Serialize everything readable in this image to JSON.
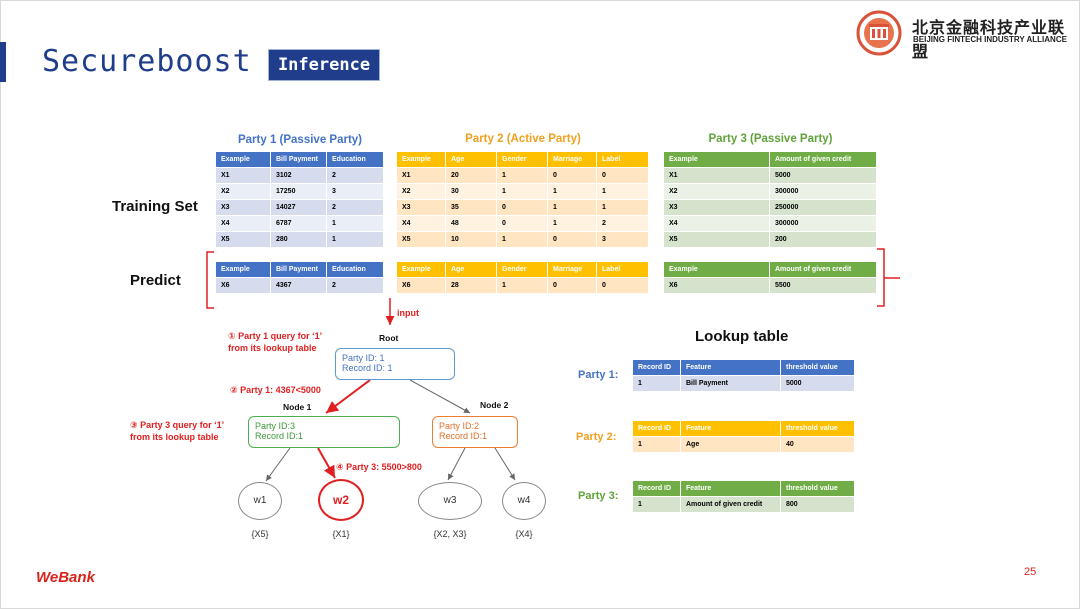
{
  "header": {
    "title": "Secureboost",
    "badge": "Inference",
    "logo_cn": "北京金融科技产业联盟",
    "logo_en": "BEIJING FINTECH INDUSTRY ALLIANCE"
  },
  "row_labels": {
    "training": "Training Set",
    "predict": "Predict"
  },
  "party_titles": {
    "p1": "Party 1 (Passive Party)",
    "p2": "Party 2 (Active Party)",
    "p3": "Party 3 (Passive Party)"
  },
  "colors": {
    "blue": "#4472c4",
    "orange": "#ffc000",
    "green": "#70ad47",
    "red": "#e02020",
    "navy": "#1f3d8a"
  },
  "tables": {
    "p1_train": {
      "headers": [
        "Example",
        "Bill Payment",
        "Education"
      ],
      "rows": [
        [
          "X1",
          "3102",
          "2"
        ],
        [
          "X2",
          "17250",
          "3"
        ],
        [
          "X3",
          "14027",
          "2"
        ],
        [
          "X4",
          "6787",
          "1"
        ],
        [
          "X5",
          "280",
          "1"
        ]
      ]
    },
    "p2_train": {
      "headers": [
        "Example",
        "Age",
        "Gender",
        "Marriage",
        "Label"
      ],
      "rows": [
        [
          "X1",
          "20",
          "1",
          "0",
          "0"
        ],
        [
          "X2",
          "30",
          "1",
          "1",
          "1"
        ],
        [
          "X3",
          "35",
          "0",
          "1",
          "1"
        ],
        [
          "X4",
          "48",
          "0",
          "1",
          "2"
        ],
        [
          "X5",
          "10",
          "1",
          "0",
          "3"
        ]
      ]
    },
    "p3_train": {
      "headers": [
        "Example",
        "Amount of given credit"
      ],
      "rows": [
        [
          "X1",
          "5000"
        ],
        [
          "X2",
          "300000"
        ],
        [
          "X3",
          "250000"
        ],
        [
          "X4",
          "300000"
        ],
        [
          "X5",
          "200"
        ]
      ]
    },
    "p1_pred": {
      "headers": [
        "Example",
        "Bill Payment",
        "Education"
      ],
      "rows": [
        [
          "X6",
          "4367",
          "2"
        ]
      ]
    },
    "p2_pred": {
      "headers": [
        "Example",
        "Age",
        "Gender",
        "Marriage",
        "Label"
      ],
      "rows": [
        [
          "X6",
          "28",
          "1",
          "0",
          "0"
        ]
      ]
    },
    "p3_pred": {
      "headers": [
        "Example",
        "Amount of given credit"
      ],
      "rows": [
        [
          "X6",
          "5500"
        ]
      ]
    }
  },
  "tree": {
    "input_label": "input",
    "root_label": "Root",
    "root_box": [
      "Party ID: 1",
      "Record ID: 1"
    ],
    "node1_label": "Node 1",
    "node1_box": [
      "Party ID:3",
      "Record ID:1"
    ],
    "node2_label": "Node 2",
    "node2_box": [
      "Party ID:2",
      "Record ID:1"
    ],
    "step1": [
      "① Party  1 query for ‘1’",
      "from its lookup table"
    ],
    "step2": "② Party 1: 4367<5000",
    "step3": [
      "③ Party 3 query for ‘1’",
      "from its lookup table"
    ],
    "step4": "④ Party 3: 5500>800",
    "leaves": [
      {
        "label": "w1",
        "set": "{X5}"
      },
      {
        "label": "w2",
        "set": "{X1}"
      },
      {
        "label": "w3",
        "set": "{X2, X3}"
      },
      {
        "label": "w4",
        "set": "{X4}"
      }
    ]
  },
  "lookup": {
    "title": "Lookup table",
    "parties": [
      {
        "label": "Party 1:",
        "headers": [
          "Record ID",
          "Feature",
          "threshold value"
        ],
        "row": [
          "1",
          "Bill Payment",
          "5000"
        ]
      },
      {
        "label": "Party 2:",
        "headers": [
          "Record ID",
          "Feature",
          "threshold value"
        ],
        "row": [
          "1",
          "Age",
          "40"
        ]
      },
      {
        "label": "Party 3:",
        "headers": [
          "Record ID",
          "Feature",
          "threshold value"
        ],
        "row": [
          "1",
          "Amount of given credit",
          "800"
        ]
      }
    ]
  },
  "footer": {
    "brand": "WeBank",
    "page": "25"
  }
}
